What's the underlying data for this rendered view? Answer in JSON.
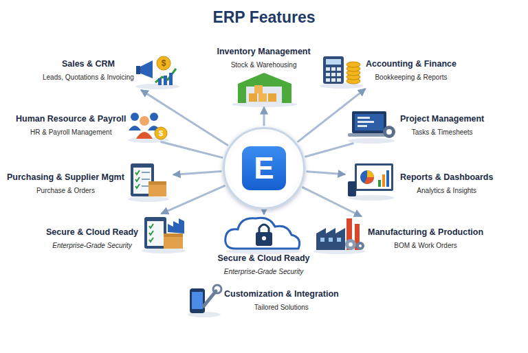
{
  "diagram": {
    "title": "ERP Features",
    "nodes": [
      {
        "text": [
          "Sales & CRM",
          "Leads, Quotations & Invoicing"
        ]
      },
      {
        "text": [
          "Inventory Management",
          "Stock & Warehousing"
        ]
      },
      {
        "text": [
          "Accounting & Finance",
          "Bookkeeping & Reports"
        ]
      },
      {
        "text": [
          "Human Resource & Payroll",
          "HR & Payroll Management"
        ]
      },
      {
        "text": [
          "E"
        ]
      },
      {
        "text": [
          "Project Management",
          "Tasks & Timesheets"
        ]
      },
      {
        "text": [
          "Purchasing & Supplier Mgmt",
          "Purchase & Orders"
        ]
      },
      {
        "text": [
          "Reports & Dashboards",
          "Analytics & Insights"
        ]
      },
      {
        "text": [
          "Secure & Cloud Ready",
          "Enterprise-Grade Security"
        ]
      },
      {
        "text": [
          "Secure & Cloud Ready",
          "Enterprise-Grade Security"
        ]
      },
      {
        "text": [
          "Manufacturing & Production",
          "BOM & Work Orders"
        ]
      },
      {
        "text": [
          "Customization & Integration",
          "Tailored Solutions"
        ]
      }
    ],
    "edges": [
      {
        "from": 4,
        "to": 0,
        "arrow": "to"
      },
      {
        "from": 4,
        "to": 1,
        "arrow": "to"
      },
      {
        "from": 4,
        "to": 2,
        "arrow": "to"
      },
      {
        "from": 4,
        "to": 3,
        "arrow": "none"
      },
      {
        "from": 4,
        "to": 5,
        "arrow": "none"
      },
      {
        "from": 4,
        "to": 6,
        "arrow": "to"
      },
      {
        "from": 4,
        "to": 7,
        "arrow": "to"
      },
      {
        "from": 4,
        "to": 8,
        "arrow": "to"
      },
      {
        "from": 4,
        "to": 9,
        "arrow": "to"
      },
      {
        "from": 4,
        "to": 10,
        "arrow": "to"
      }
    ]
  }
}
